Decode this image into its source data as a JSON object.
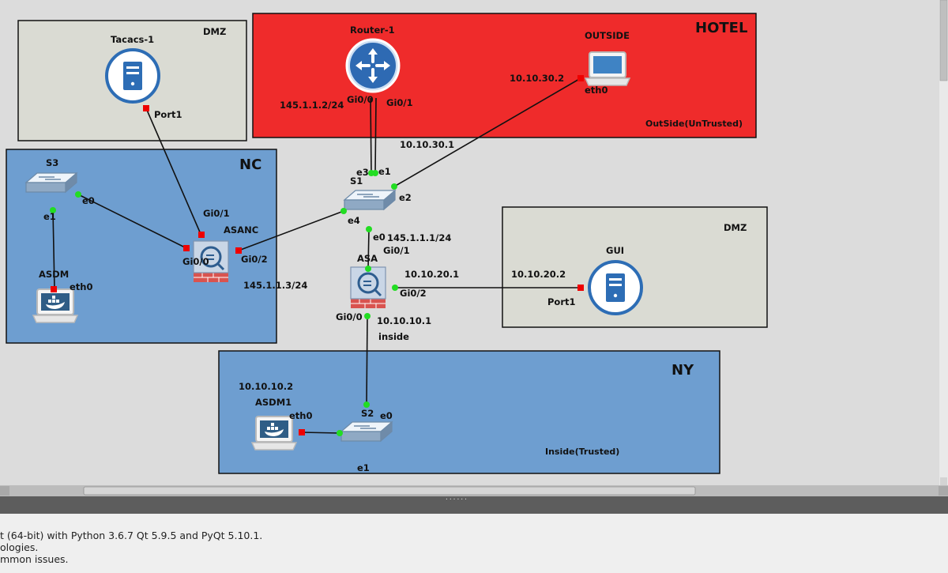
{
  "zones": {
    "dmz_left": "DMZ",
    "hotel": "HOTEL",
    "hotel_note": "OutSide(UnTrusted)",
    "nc": "NC",
    "dmz_right": "DMZ",
    "ny": "NY",
    "ny_note": "Inside(Trusted)"
  },
  "nodes": {
    "tacacs": "Tacacs-1",
    "router": "Router-1",
    "outside": "OUTSIDE",
    "s3": "S3",
    "asdm": "ASDM",
    "asanc": "ASANC",
    "s1": "S1",
    "asa": "ASA",
    "gui": "GUI",
    "asdm1": "ASDM1",
    "s2": "S2"
  },
  "ports": {
    "tacacs_port1": "Port1",
    "router_gi00": "Gi0/0",
    "router_gi01": "Gi0/1",
    "outside_eth0": "eth0",
    "s3_e0": "e0",
    "s3_e1": "e1",
    "asdm_eth0": "eth0",
    "asanc_gi01": "Gi0/1",
    "asanc_gi00": "Gi0/0",
    "asanc_gi02": "Gi0/2",
    "s1_e3": "e3",
    "s1_e1": "e1",
    "s1_e2": "e2",
    "s1_e4": "e4",
    "s1_e0": "e0",
    "asa_gi01": "Gi0/1",
    "asa_gi02": "Gi0/2",
    "asa_gi00": "Gi0/0",
    "gui_port1": "Port1",
    "asdm1_eth0": "eth0",
    "s2_e0": "e0",
    "s2_e1": "e1"
  },
  "ips": {
    "router_gi00": "145.1.1.2/24",
    "outside": "10.10.30.2",
    "s1_outside": "10.10.30.1",
    "asa_gi01": "145.1.1.1/24",
    "asanc_gi02": "145.1.1.3/24",
    "asa_gi02": "10.10.20.1",
    "gui": "10.10.20.2",
    "asa_gi00": "10.10.10.1",
    "asa_inside": "inside",
    "asdm1": "10.10.10.2"
  },
  "splitter_handle": "......",
  "console_lines": [
    "t (64-bit) with Python 3.6.7 Qt 5.9.5 and PyQt 5.10.1.",
    "ologies.",
    "mmon issues."
  ],
  "colors": {
    "canvas_bg": "#dcdcdc",
    "dmz_fill": "#dadbd3",
    "hotel_fill": "#ef2b2b",
    "nc_fill": "#6e9ed0",
    "link_up": "#22dd22",
    "link_down": "#ee0000",
    "device_blue": "#2d6db5"
  },
  "icons": {
    "server": "server-icon",
    "router": "router-icon",
    "laptop": "laptop-icon",
    "switch": "switch-icon",
    "firewall": "firewall-icon",
    "docker_laptop": "docker-laptop-icon"
  }
}
